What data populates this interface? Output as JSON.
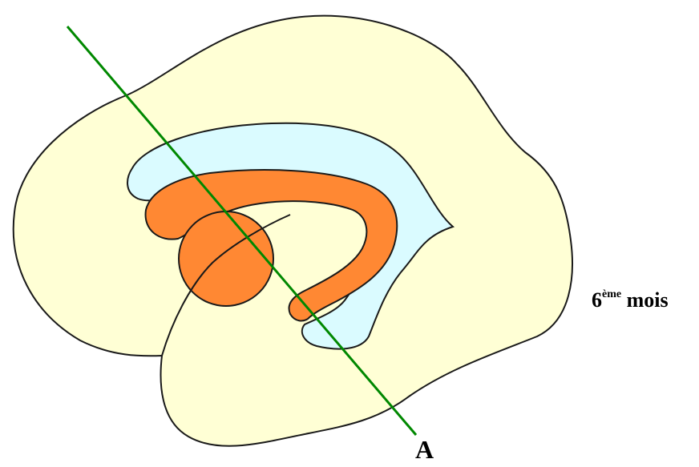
{
  "diagram": {
    "section_label": "A",
    "stage": {
      "number": "6",
      "superscript": "ème",
      "word": "mois"
    },
    "colors": {
      "hemisphere_fill": "#FFFFD5",
      "ventricle_fill": "#DAFBFF",
      "orange_structure_fill": "#FF8833",
      "outline": "#1a1a1a",
      "section_line": "#008800"
    }
  }
}
